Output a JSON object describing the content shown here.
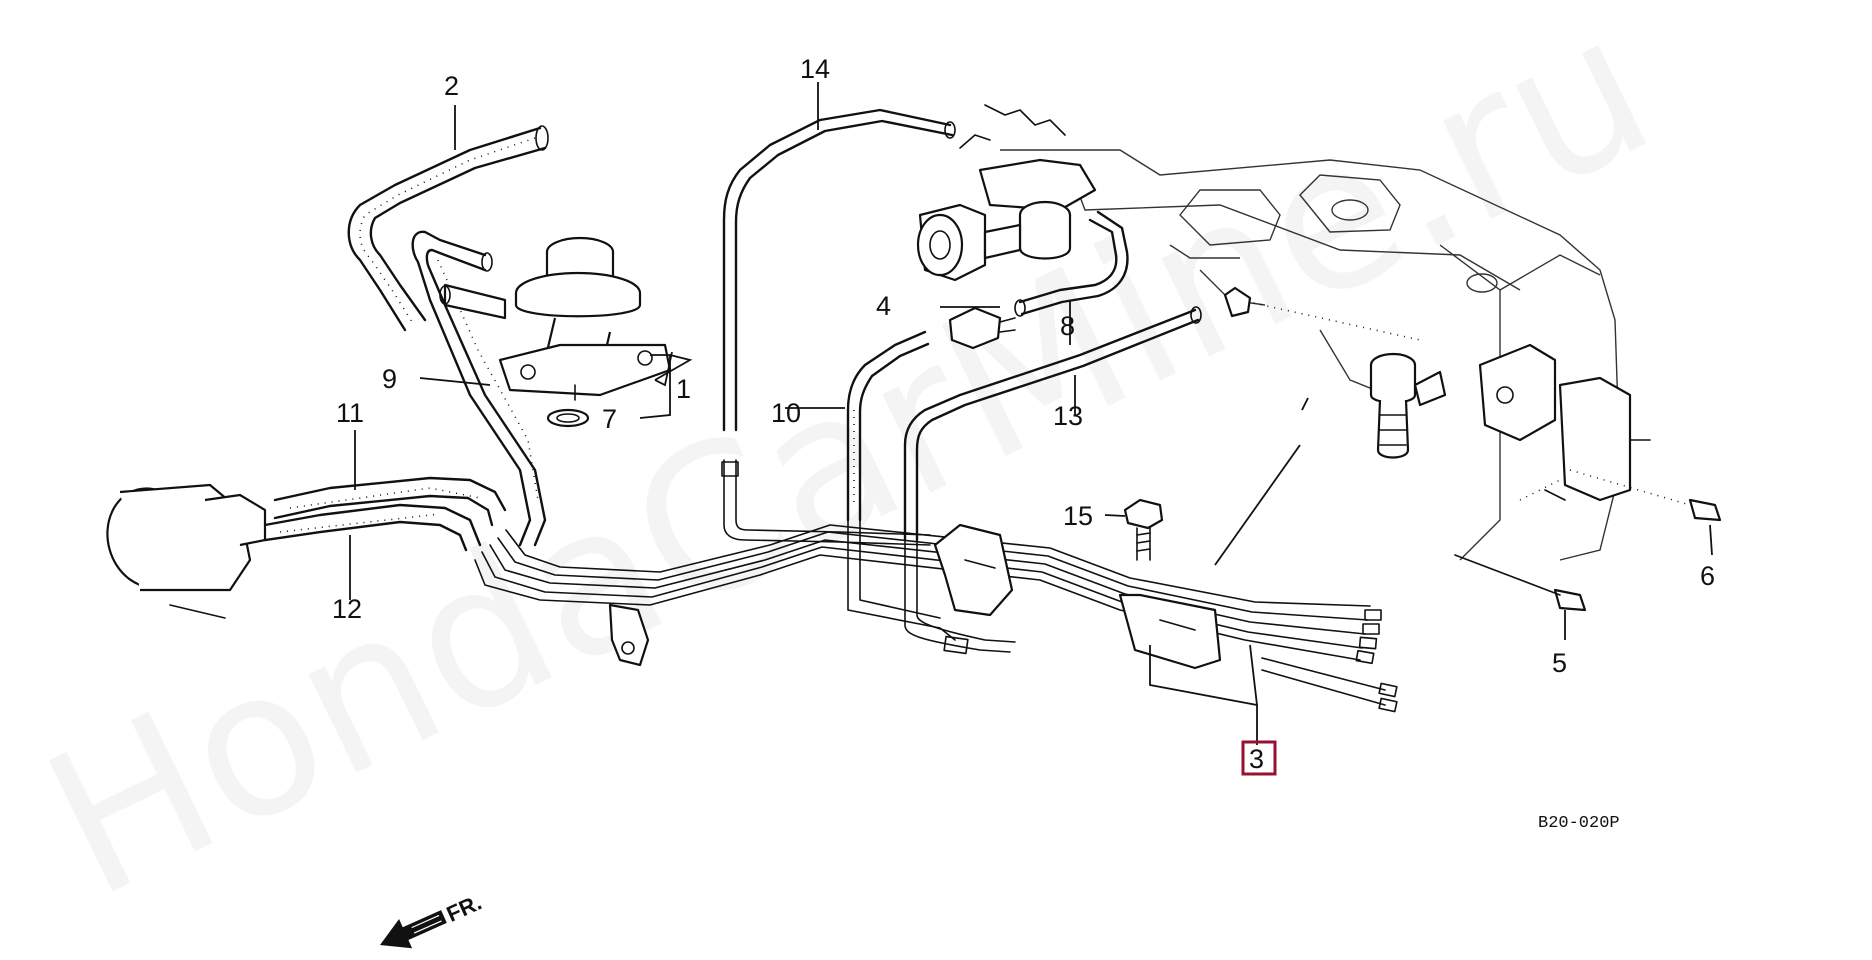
{
  "diagram": {
    "callouts": {
      "c1": "1",
      "c2": "2",
      "c3": "3",
      "c4": "4",
      "c5": "5",
      "c6": "6",
      "c7": "7",
      "c8": "8",
      "c9": "9",
      "c10": "10",
      "c11": "11",
      "c12": "12",
      "c13": "13",
      "c14": "14",
      "c15": "15"
    },
    "highlighted_callout": "3",
    "diagram_code": "B20-020P",
    "front_arrow_label": "FR.",
    "watermark": "HondaCarMine.ru",
    "colors": {
      "line": "#111111",
      "highlight": "#9a1030",
      "background": "#ffffff"
    }
  }
}
